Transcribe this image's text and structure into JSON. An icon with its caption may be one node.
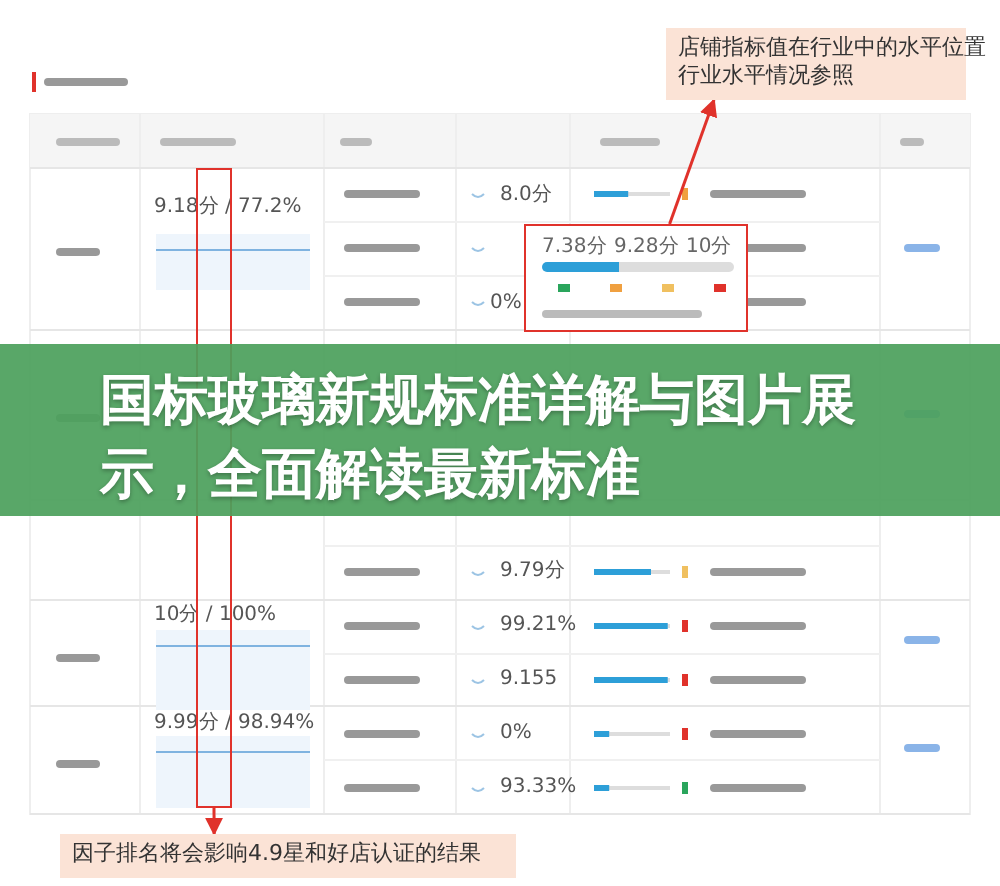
{
  "diagram": {
    "title": "国标玻璃新规标准详解与图片展示，全面解读最新标准",
    "nodes": [
      {
        "text": [
          "店铺指标值在行业中的水平位置",
          "行业水平情况参照"
        ]
      },
      {
        "text": [
          "7.38分",
          "9.28分",
          "10分"
        ]
      },
      {
        "text": [],
        "shape": "box"
      },
      {
        "text": [
          "因子排名将会影响4.9星和好店认证的结果"
        ]
      }
    ],
    "edges": [
      {
        "from": 1,
        "to": 0,
        "arrow": "to"
      },
      {
        "from": 2,
        "to": 3,
        "arrow": "to"
      }
    ],
    "labels": [
      "9.18分 / 77.2%",
      "8.0分",
      "0%",
      "9.79分",
      "10分 / 100%",
      "99.21%",
      "9.155",
      "9.99分 / 98.94%",
      "0%",
      "93.33%"
    ]
  }
}
